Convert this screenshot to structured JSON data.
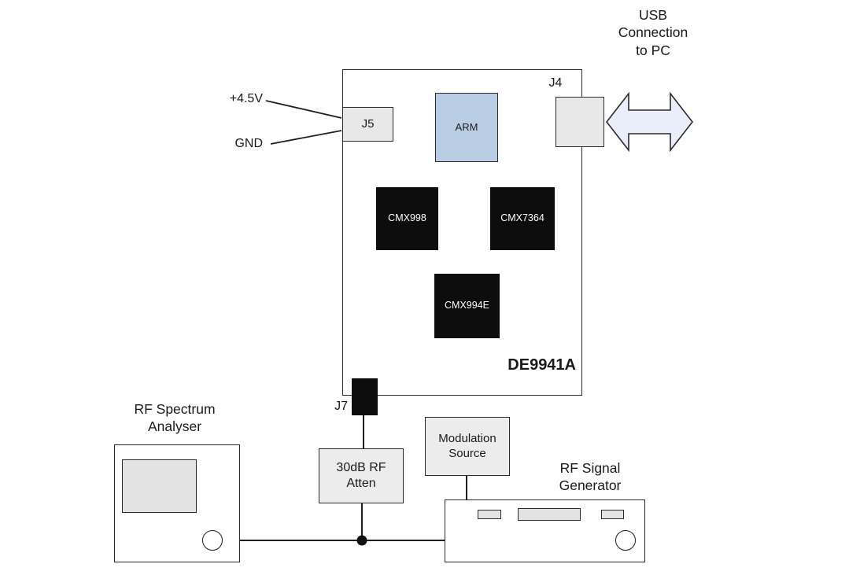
{
  "board": {
    "title": "DE9941A",
    "j4_label": "J4",
    "j5_label": "J5",
    "j7_label": "J7",
    "arm_label": "ARM",
    "cmx998_label": "CMX998",
    "cmx7364_label": "CMX7364",
    "cmx994e_label": "CMX994E"
  },
  "power": {
    "vcc": "+4.5V",
    "gnd": "GND"
  },
  "usb": {
    "line1": "USB",
    "line2": "Connection",
    "line3": "to PC"
  },
  "attenuator": {
    "line1": "30dB RF",
    "line2": "Atten"
  },
  "modulation_source": {
    "line1": "Modulation",
    "line2": "Source"
  },
  "spectrum_analyser": {
    "line1": "RF Spectrum",
    "line2": "Analyser"
  },
  "signal_generator": {
    "line1": "RF Signal",
    "line2": "Generator"
  },
  "colors": {
    "chip_fill": "#0d0d0d",
    "arm_fill": "#b9cde4",
    "connector_fill": "#e8e8e8",
    "block_fill": "#ececec",
    "usb_arrow_fill": "#e9eefa",
    "wire": "#1f1f1f"
  }
}
